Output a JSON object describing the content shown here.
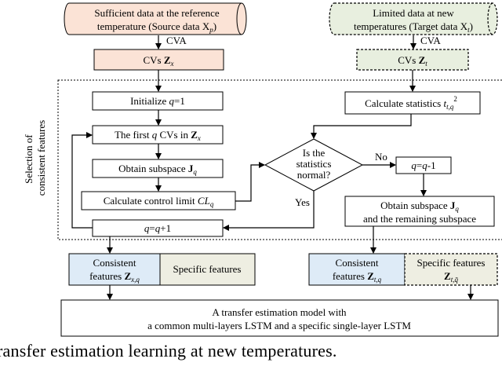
{
  "nodes": {
    "source_line1": "Sufficient data at the reference",
    "source_line2": "temperature (Source data X",
    "source_sub": "p",
    "source_close": ")",
    "target_line1": "Limited data at new",
    "target_line2": "temperatures (Target data X",
    "target_sub": "t",
    "target_close": ")",
    "cva_left": "CVA",
    "cva_right": "CVA",
    "cvs_left_prefix": "CVs ",
    "cvs_left_main": "Z",
    "cvs_left_sub": "x",
    "cvs_right_prefix": "CVs ",
    "cvs_right_main": "Z",
    "cvs_right_sub": "t",
    "init_prefix": "Initialize ",
    "init_var": "q",
    "init_suffix": "=1",
    "firstq_a": "The first ",
    "firstq_var": "q",
    "firstq_b": " CVs in ",
    "firstq_main": "Z",
    "firstq_sub": "x",
    "subspace_prefix": "Obtain subspace ",
    "subspace_main": "J",
    "subspace_sub": "q",
    "control_prefix": "Calculate control limit ",
    "control_var": "CL",
    "control_sub": "q",
    "increment_var1": "q",
    "increment_mid": "=",
    "increment_var2": "q",
    "increment_suffix": "+1",
    "stats_prefix": "Calculate statistics ",
    "stats_var": "t",
    "stats_sub": "t,q",
    "stats_sup": "2",
    "decision_line1": "Is the",
    "decision_line2": "statistics",
    "decision_line3": "normal?",
    "no_label": "No",
    "yes_label": "Yes",
    "decrement_var1": "q",
    "decrement_mid": "=",
    "decrement_var2": "q",
    "decrement_suffix": "-1",
    "remaining_line1_prefix": "Obtain subspace ",
    "remaining_line1_main": "J",
    "remaining_line1_sub": "q",
    "remaining_line2": "and the remaining subspace",
    "consistent_left_line1": "Consistent",
    "consistent_left_line2": "features ",
    "consistent_left_main": "Z",
    "consistent_left_sub": "x,q",
    "specific_left": "Specific features",
    "consistent_right_line1": "Consistent",
    "consistent_right_line2": "features ",
    "consistent_right_main": "Z",
    "consistent_right_sub": "t,q",
    "specific_right_line1": "Specific features",
    "specific_right_main": "Z",
    "specific_right_sub": "t,q̄",
    "model_line1": "A transfer estimation model with",
    "model_line2": "a common multi-layers LSTM and a specific single-layer LSTM",
    "selection_line1": "Selection of",
    "selection_line2": "consistent features"
  },
  "caption": "ransfer  estimation  learning  at  new  temperatures.",
  "colors": {
    "peach": "#fbe3d6",
    "green": "#e8efdf",
    "blue": "#deebf7",
    "cream": "#eeeee2"
  }
}
